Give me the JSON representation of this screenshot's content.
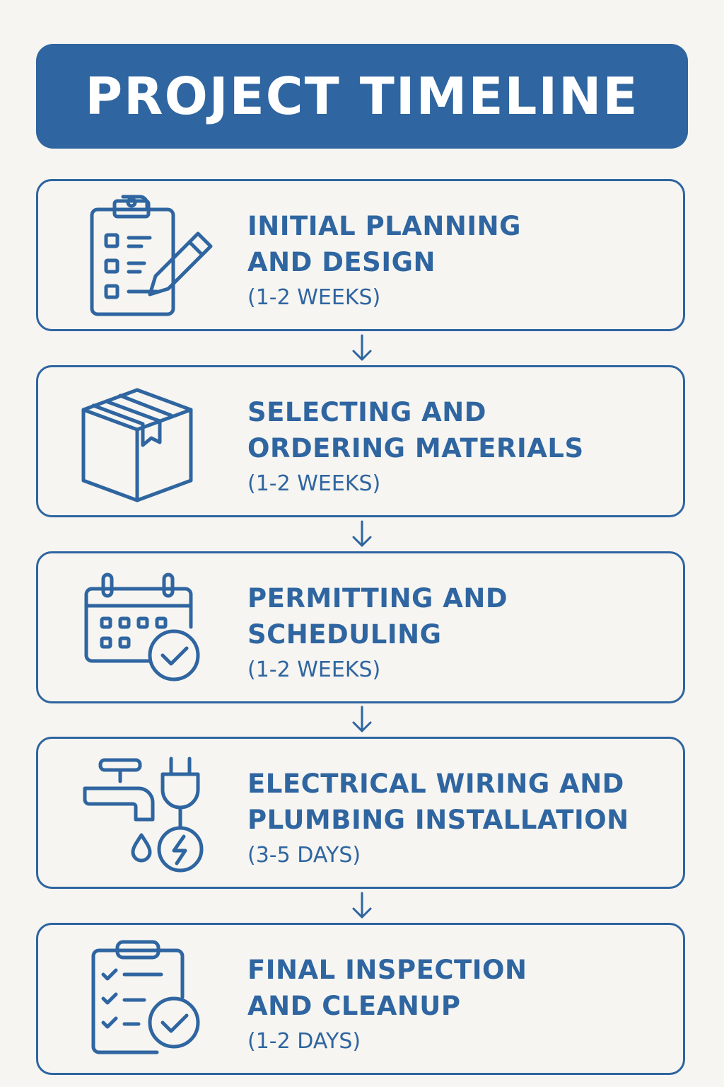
{
  "header": {
    "title": "PROJECT TIMELINE"
  },
  "colors": {
    "accent": "#2f65a0",
    "background": "#f6f5f1",
    "header_text": "#ffffff"
  },
  "steps": [
    {
      "title_line1": "INITIAL PLANNING",
      "title_line2": "AND DESIGN",
      "duration": "(1-2 WEEKS)",
      "icon": "clipboard-pencil-icon"
    },
    {
      "title_line1": "SELECTING AND",
      "title_line2": "ORDERING MATERIALS",
      "duration": "(1-2 WEEKS)",
      "icon": "package-box-icon"
    },
    {
      "title_line1": "PERMITTING AND",
      "title_line2": "SCHEDULING",
      "duration": "(1-2 WEEKS)",
      "icon": "calendar-check-icon"
    },
    {
      "title_line1": "ELECTRICAL WIRING AND",
      "title_line2": "PLUMBING INSTALLATION",
      "duration": "(3-5 DAYS)",
      "icon": "faucet-plug-icon"
    },
    {
      "title_line1": "FINAL INSPECTION",
      "title_line2": "AND CLEANUP",
      "duration": "(1-2 DAYS)",
      "icon": "checklist-approved-icon"
    }
  ]
}
